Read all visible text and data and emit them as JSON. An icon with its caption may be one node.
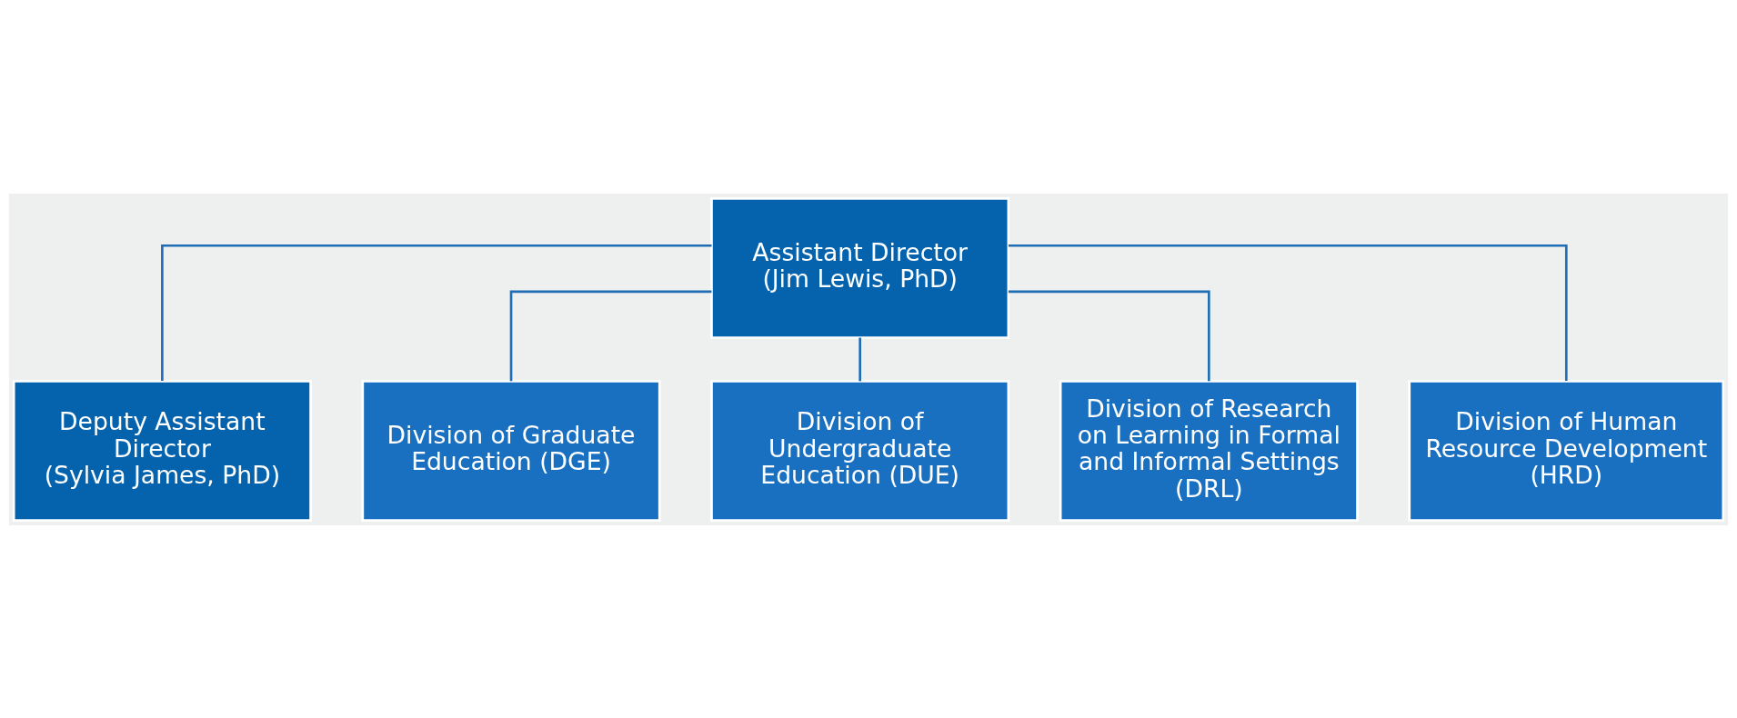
{
  "diagram": {
    "nodes": [
      {
        "text": [
          "Assistant Director",
          "(Jim Lewis, PhD)"
        ]
      },
      {
        "text": [
          "Deputy Assistant Director",
          "(Sylvia James, PhD)"
        ]
      },
      {
        "text": [
          "Division of Graduate Education (DGE)"
        ]
      },
      {
        "text": [
          "Division of Undergraduate Education (DUE)"
        ]
      },
      {
        "text": [
          "Division of Research on Learning in Formal and Informal Settings (DRL)"
        ]
      },
      {
        "text": [
          "Division of Human Resource Development (HRD)"
        ]
      }
    ],
    "edges": [
      {
        "from": 0,
        "to": 1,
        "arrow": "none"
      },
      {
        "from": 0,
        "to": 2,
        "arrow": "none"
      },
      {
        "from": 0,
        "to": 3,
        "arrow": "none"
      },
      {
        "from": 0,
        "to": 4,
        "arrow": "none"
      },
      {
        "from": 0,
        "to": 5,
        "arrow": "none"
      }
    ]
  }
}
